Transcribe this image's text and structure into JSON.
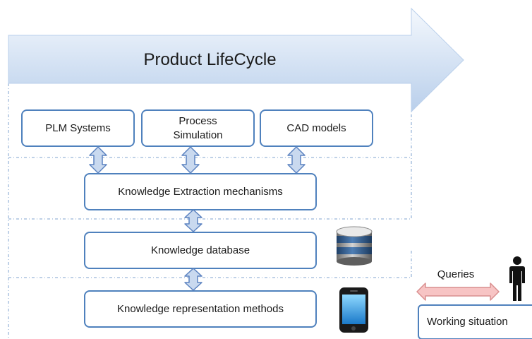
{
  "title": "Product LifeCycle",
  "sources": [
    {
      "label": "PLM Systems"
    },
    {
      "label": "Process\nSimulation"
    },
    {
      "label": "CAD models"
    }
  ],
  "layers": {
    "extraction": "Knowledge Extraction mechanisms",
    "database": "Knowledge database",
    "representation": "Knowledge representation methods"
  },
  "queries_label": "Queries",
  "working_situation": "Working situation",
  "icons": {
    "database": "database-icon",
    "device": "smartphone-icon",
    "person": "person-icon"
  },
  "colors": {
    "box_border": "#4f81bd",
    "arrow_fill": "#c9d9ef",
    "arrow_stroke": "#5b82c0",
    "banner_top": "#f3f7fc",
    "banner_bottom": "#bcd1ec",
    "queries_fill": "#f7c4c4",
    "queries_stroke": "#d98f8f"
  }
}
